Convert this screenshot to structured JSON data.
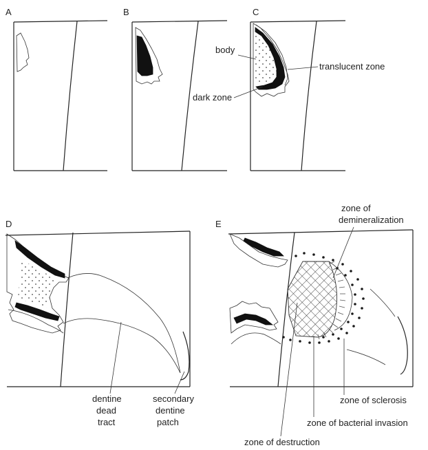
{
  "panels": {
    "a": {
      "letter": "A"
    },
    "b": {
      "letter": "B"
    },
    "c": {
      "letter": "C",
      "labels": {
        "body": "body",
        "translucent": "translucent zone",
        "dark": "dark zone"
      }
    },
    "d": {
      "letter": "D",
      "labels": {
        "dead_tract": [
          "dentine",
          "dead",
          "tract"
        ],
        "secondary": [
          "secondary",
          "dentine",
          "patch"
        ]
      }
    },
    "e": {
      "letter": "E",
      "labels": {
        "demineralization": [
          "zone of",
          "demineralization"
        ],
        "sclerosis": "zone of sclerosis",
        "bacterial": "zone of bacterial invasion",
        "destruction": "zone of destruction"
      }
    }
  }
}
